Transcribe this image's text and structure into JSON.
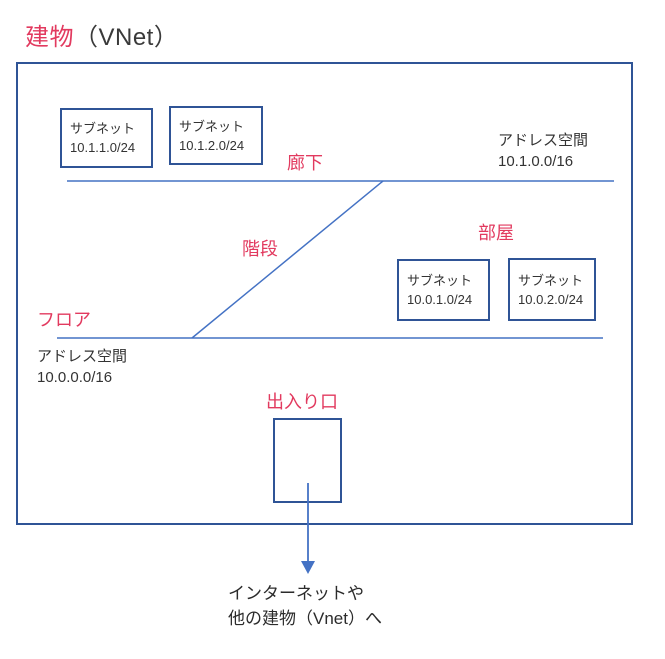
{
  "colors": {
    "accent_red": "#e23a5f",
    "line_blue": "#4472c4",
    "border_blue": "#2f5496",
    "text_dark": "#333333"
  },
  "title": {
    "building": "建物",
    "vnet_suffix": "（VNet）"
  },
  "upper_floor": {
    "corridor_label": "廊下",
    "address_space": {
      "label": "アドレス空間",
      "cidr": "10.1.0.0/16"
    },
    "subnets": [
      {
        "label": "サブネット",
        "cidr": "10.1.1.0/24"
      },
      {
        "label": "サブネット",
        "cidr": "10.1.2.0/24"
      }
    ]
  },
  "lower_floor": {
    "room_label": "部屋",
    "stairs_label": "階段",
    "floor_label": "フロア",
    "address_space": {
      "label": "アドレス空間",
      "cidr": "10.0.0.0/16"
    },
    "subnets": [
      {
        "label": "サブネット",
        "cidr": "10.0.1.0/24"
      },
      {
        "label": "サブネット",
        "cidr": "10.0.2.0/24"
      }
    ]
  },
  "gateway": {
    "label": "出入り口"
  },
  "external": {
    "line1": "インターネットや",
    "line2": "他の建物（Vnet）へ"
  }
}
